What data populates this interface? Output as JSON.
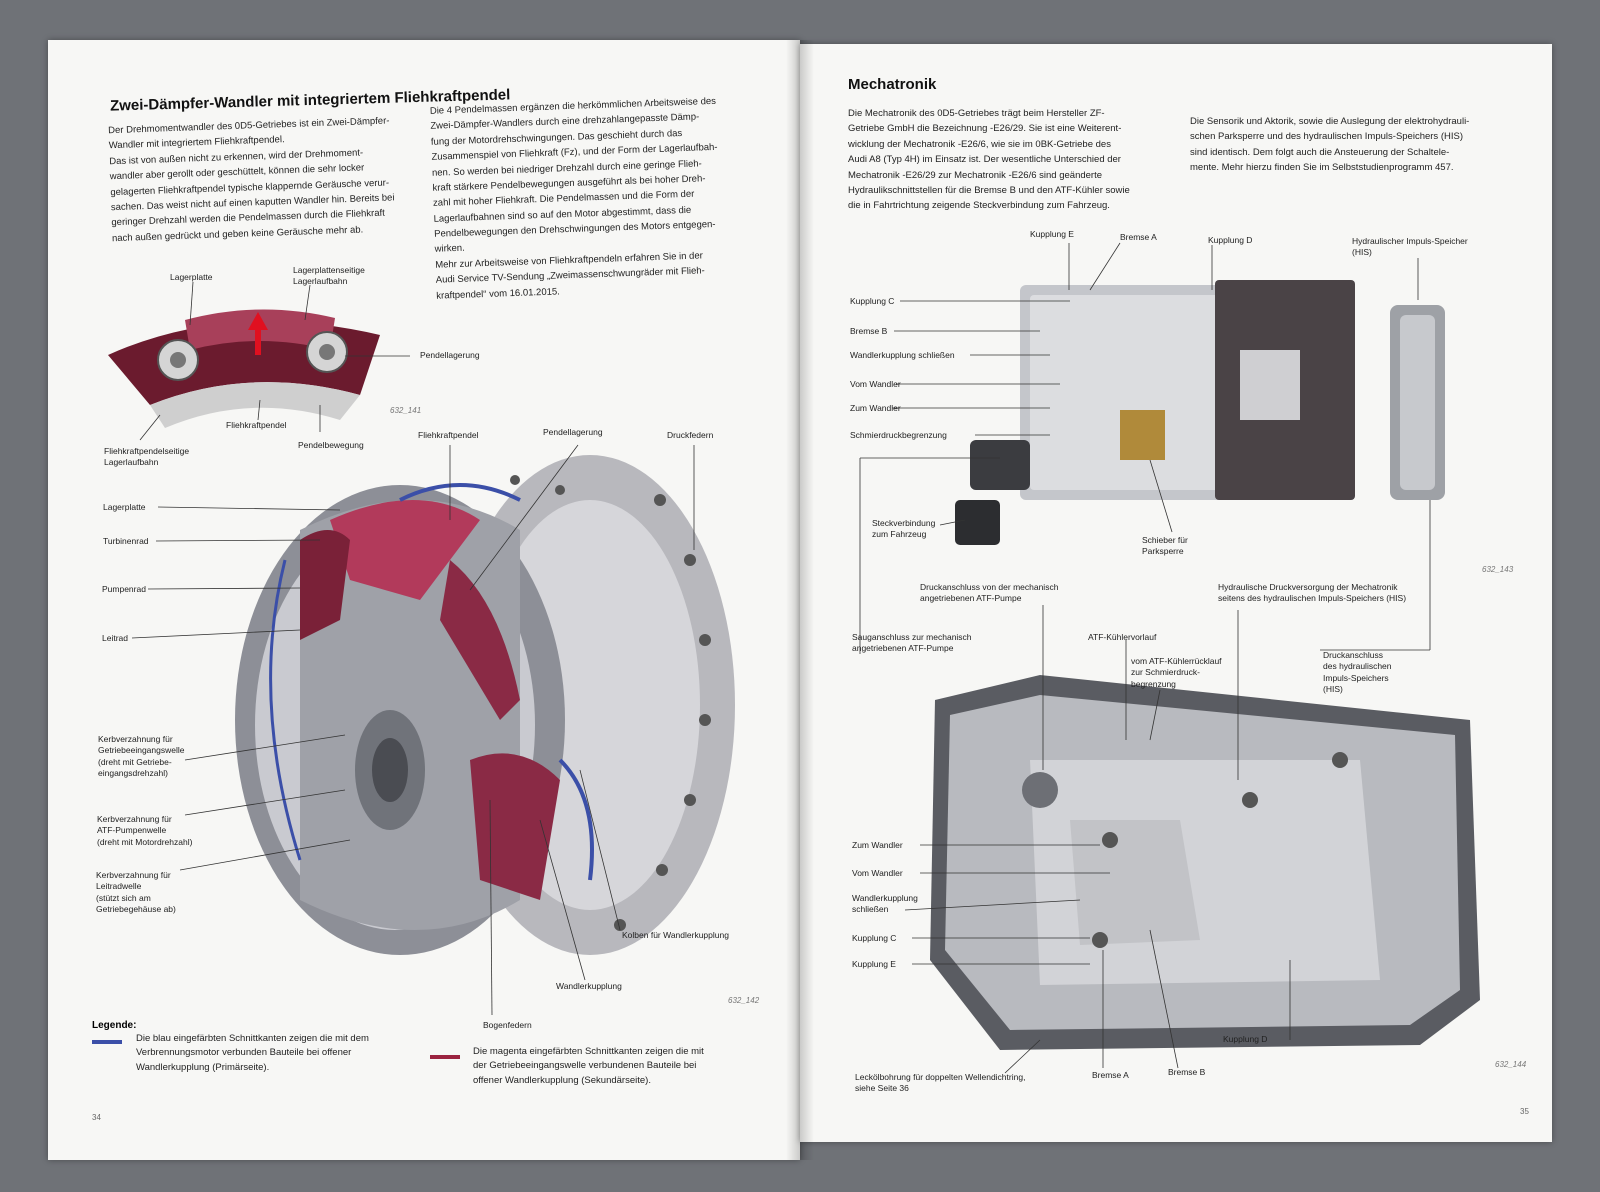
{
  "left_page": {
    "title": "Zwei-Dämpfer-Wandler mit integriertem Fliehkraftpendel",
    "paragraph_1": "Der Drehmomentwandler des 0D5-Getriebes ist ein Zwei-Dämpfer-\nWandler mit integriertem Fliehkraftpendel.\nDas ist von außen nicht zu erkennen, wird der Drehmoment-\nwandler aber gerollt oder geschüttelt, können die sehr locker\ngelagerten Fliehkraftpendel typische klappernde Geräusche verur-\nsachen. Das weist nicht auf einen kaputten Wandler hin. Bereits bei\ngeringer Drehzahl werden die Pendelmassen durch die Fliehkraft\nnach außen gedrückt und geben keine Geräusche mehr ab.",
    "paragraph_2": "Die 4 Pendelmassen ergänzen die herkömmlichen Arbeitsweise des\nZwei-Dämpfer-Wandlers durch eine drehzahlangepasste Dämp-\nfung der Motordrehschwingungen. Das geschieht durch das\nZusammenspiel von Fliehkraft (Fz), und der Form der Lagerlaufbah-\nnen. So werden bei niedriger Drehzahl durch eine geringe Flieh-\nkraft stärkere Pendelbewegungen ausgeführt als bei hoher Dreh-\nzahl mit hoher Fliehkraft. Die Pendelmassen und die Form der\nLagerlaufbahnen sind so auf den Motor abgestimmt, dass die\nPendelbewegungen den Drehschwingungen des Motors entgegen-\nwirken.\nMehr zur Arbeitsweise von Fliehkraftpendeln erfahren Sie in der\nAudi Service TV-Sendung „Zweimassenschwungräder mit Flieh-\nkraftpendel“ vom 16.01.2015.",
    "fig1": {
      "labels": {
        "lagerplatte": "Lagerplatte",
        "lagerplattenseitige": "Lagerplattenseitige\nLagerlaufbahn",
        "pendellagerung": "Pendellagerung",
        "fliehkraftpendel": "Fliehkraftpendel",
        "fliehkraftpendelseitige": "Fliehkraftpendelseitige\nLagerlaufbahn",
        "pendelbewegung": "Pendelbewegung"
      },
      "number": "632_141"
    },
    "fig2": {
      "labels": {
        "lagerplatte": "Lagerplatte",
        "turbinenrad": "Turbinenrad",
        "pumpenrad": "Pumpenrad",
        "leitrad": "Leitrad",
        "fliehkraftpendel": "Fliehkraftpendel",
        "pendellagerung": "Pendellagerung",
        "druckfedern": "Druckfedern",
        "kerb_getriebe": "Kerbverzahnung für\nGetriebeeingangswelle\n(dreht mit Getriebe-\neingangsdrehzahl)",
        "kerb_pumpe": "Kerbverzahnung für\nATF-Pumpenwelle\n(dreht mit Motordrehzahl)",
        "kerb_leitrad": "Kerbverzahnung für\nLeitradwelle\n(stützt sich am\nGetriebegehäuse ab)",
        "kolben": "Kolben für Wandlerkupplung",
        "wandlerkupplung": "Wandlerkupplung",
        "bogenfedern": "Bogenfedern"
      },
      "number": "632_142"
    },
    "legend": {
      "title": "Legende:",
      "blue_text": "Die blau eingefärbten Schnittkanten zeigen die mit dem\nVerbrennungsmotor verbunden Bauteile bei offener\nWandlerkupplung (Primärseite).",
      "magenta_text": "Die magenta eingefärbten Schnittkanten zeigen die mit\nder Getriebeeingangswelle verbundenen Bauteile bei\noffener Wandlerkupplung (Sekundärseite).",
      "blue_color": "#3b4fa8",
      "magenta_color": "#9b2340"
    },
    "page_number": "34"
  },
  "right_page": {
    "title": "Mechatronik",
    "paragraph_1": "Die Mechatronik des 0D5-Getriebes trägt beim Hersteller ZF-\nGetriebe GmbH die Bezeichnung -E26/29. Sie ist eine Weiterent-\nwicklung der Mechatronik -E26/6, wie sie im 0BK-Getriebe des\nAudi A8 (Typ 4H) im Einsatz ist. Der wesentliche Unterschied der\nMechatronik -E26/29 zur Mechatronik -E26/6 sind geänderte\nHydraulikschnittstellen für die Bremse B und den ATF-Kühler sowie\ndie in Fahrtrichtung zeigende Steckverbindung zum Fahrzeug.",
    "paragraph_2": "Die Sensorik und Aktorik, sowie die Auslegung der elektrohydrauli-\nschen Parksperre und des hydraulischen Impuls-Speichers (HIS)\nsind identisch. Dem folgt auch die Ansteuerung der Schaltele-\nmente. Mehr hierzu finden Sie im Selbststudienprogramm 457.",
    "fig3": {
      "labels": {
        "kupplung_e": "Kupplung E",
        "bremse_a": "Bremse A",
        "kupplung_d": "Kupplung D",
        "his": "Hydraulischer Impuls-Speicher\n(HIS)",
        "kupplung_c": "Kupplung C",
        "bremse_b": "Bremse B",
        "wandlerkupplung_schliessen": "Wandlerkupplung schließen",
        "vom_wandler": "Vom Wandler",
        "zum_wandler": "Zum Wandler",
        "schmierdruck": "Schmierdruckbegrenzung",
        "steckverbindung": "Steckverbindung\nzum Fahrzeug",
        "schieber": "Schieber für\nParksperre"
      },
      "number": "632_143"
    },
    "fig4": {
      "labels": {
        "druckanschluss_mech": "Druckanschluss von der mechanisch\nangetriebenen ATF-Pumpe",
        "hydraulische_druckversorgung": "Hydraulische Druckversorgung der Mechatronik\nseitens des hydraulischen Impuls-Speichers (HIS)",
        "sauganschluss": "Sauganschluss zur mechanisch\nangetriebenen ATF-Pumpe",
        "atf_vorlauf": "ATF-Kühlervorlauf",
        "atf_ruecklauf": "vom ATF-Kühlerrücklauf\nzur Schmierdruck-\nbegrenzung",
        "druckanschluss_his": "Druckanschluss\ndes hydraulischen\nImpuls-Speichers\n(HIS)",
        "zum_wandler": "Zum Wandler",
        "vom_wandler": "Vom Wandler",
        "wandlerkupplung_schliessen": "Wandlerkupplung\nschließen",
        "kupplung_c": "Kupplung C",
        "kupplung_e": "Kupplung E",
        "kupplung_d": "Kupplung D",
        "leckoel": "Leckölbohrung für doppelten Wellendichtring,\nsiehe Seite 36",
        "bremse_a": "Bremse A",
        "bremse_b": "Bremse B"
      },
      "number": "632_144"
    },
    "page_number": "35"
  }
}
